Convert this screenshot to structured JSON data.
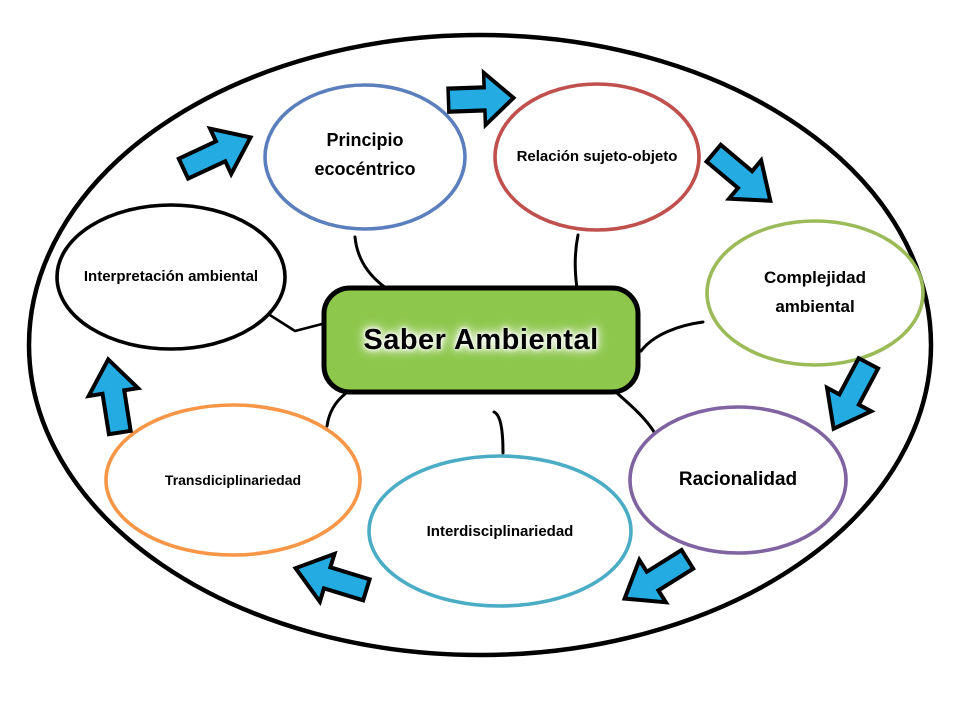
{
  "diagram": {
    "title": "Saber Ambiental",
    "center": {
      "label": "Saber Ambiental",
      "fill": "#8DC74B",
      "border": "#000000"
    },
    "nodes": [
      {
        "name": "principio-ecocentrico",
        "label": "Principio ecocéntrico",
        "color": "#5B7EBD"
      },
      {
        "name": "relacion-sujeto-objeto",
        "label": "Relación sujeto-objeto",
        "color": "#C0504D"
      },
      {
        "name": "complejidad-ambiental",
        "label": "Complejidad ambiental",
        "color": "#9BBB59"
      },
      {
        "name": "racionalidad",
        "label": "Racionalidad",
        "color": "#8064A2"
      },
      {
        "name": "interdisciplinariedad",
        "label": "Interdisciplinariedad",
        "color": "#4BACC6"
      },
      {
        "name": "transdiciplinariedad",
        "label": "Transdiciplinariedad",
        "color": "#F79646"
      },
      {
        "name": "interpretacion-ambiental",
        "label": "Interpretación ambiental",
        "color": "#000000"
      }
    ],
    "arrow": {
      "fill": "#24ABE2",
      "outline": "#000000"
    },
    "outer_border": "#000000",
    "background": "#ffffff"
  }
}
